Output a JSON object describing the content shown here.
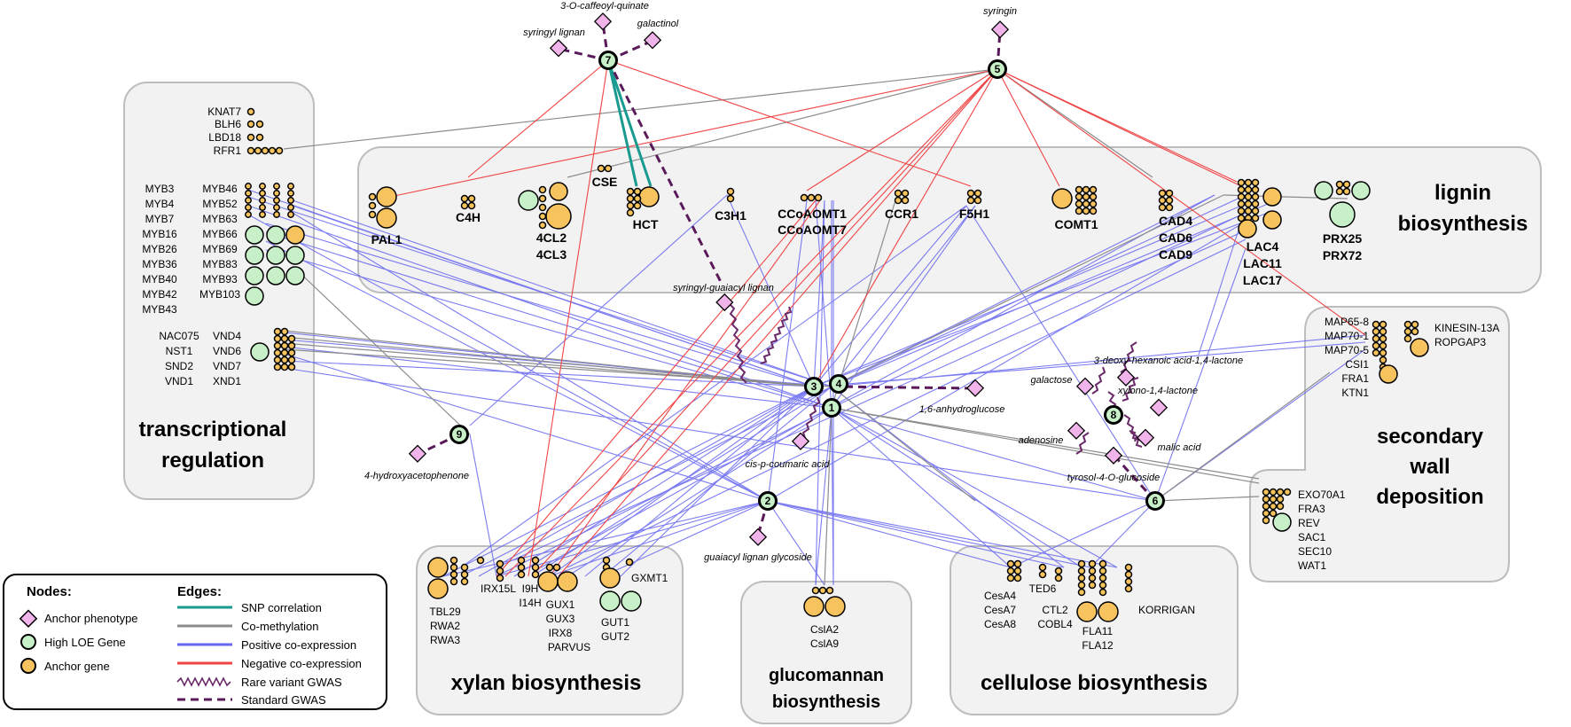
{
  "colors": {
    "anchor_gene": "#f7c35f",
    "high_loe_gene": "#c8f0c8",
    "anchor_phenotype": "#f0b4ea",
    "snp": "#189a8e",
    "methylation": "#8c8c8c",
    "positive": "#6666f0",
    "negative": "#f04444",
    "gwas": "#5a1a5a"
  },
  "sections": {
    "transcriptional": [
      "transcriptional",
      "regulation"
    ],
    "lignin": [
      "lignin",
      "biosynthesis"
    ],
    "secondary": [
      "secondary",
      "wall",
      "deposition"
    ],
    "xylan": "xylan biosynthesis",
    "glucomannan": [
      "glucomannan",
      "biosynthesis"
    ],
    "cellulose": "cellulose biosynthesis"
  },
  "hubs": [
    "1",
    "2",
    "3",
    "4",
    "5",
    "6",
    "7",
    "8",
    "9"
  ],
  "phenotypes": {
    "caffeoyl": "3-O-caffeoyl-quinate",
    "syringyl": "syringyl lignan",
    "galactinol": "galactinol",
    "syringin": "syringin",
    "sg_lignan": "syringyl-guaiacyl lignan",
    "deoxy": "3-deoxy-hexanoic acid-1,4-lactone",
    "galactose": "galactose",
    "xylono": "xylono-1,4-lactone",
    "anhydro": "1,6-anhydroglucose",
    "adenosine": "adenosine",
    "malic": "malic acid",
    "coumaric": "cis-p-coumaric acid",
    "tyrosol": "tyrosol-4-O-glucoside",
    "hydroxy": "4-hydroxyacetophenone",
    "guaiacyl_glycoside": "guaiacyl lignan glycoside"
  },
  "genes": {
    "tf_top": [
      "KNAT7",
      "BLH6",
      "LBD18",
      "RFR1"
    ],
    "myb_left": [
      "MYB3",
      "MYB4",
      "MYB7",
      "MYB16",
      "MYB26",
      "MYB36",
      "MYB40",
      "MYB42",
      "MYB43"
    ],
    "myb_right": [
      "MYB46",
      "MYB52",
      "MYB63",
      "MYB66",
      "MYB69",
      "MYB83",
      "MYB93",
      "MYB103"
    ],
    "nac_left": [
      "NAC075",
      "NST1",
      "SND2",
      "VND1"
    ],
    "nac_right": [
      "VND4",
      "VND6",
      "VND7",
      "XND1"
    ],
    "pal": "PAL1",
    "c4h": "C4H",
    "cl": [
      "4CL2",
      "4CL3"
    ],
    "cse": "CSE",
    "hct": "HCT",
    "c3h": "C3H1",
    "ccoaomt": [
      "CCoAOMT1",
      "CCoAOMT7"
    ],
    "ccr": "CCR1",
    "f5h": "F5H1",
    "comt": "COMT1",
    "cad": [
      "CAD4",
      "CAD6",
      "CAD9"
    ],
    "lac": [
      "LAC4",
      "LAC11",
      "LAC17"
    ],
    "prx": [
      "PRX25",
      "PRX72"
    ],
    "map": [
      "MAP65-8",
      "MAP70-1",
      "MAP70-5",
      "CSI1",
      "FRA1",
      "KTN1"
    ],
    "kinesin": [
      "KINESIN-13A",
      "ROPGAP3"
    ],
    "exo": [
      "EXO70A1",
      "FRA3",
      "REV",
      "SAC1",
      "SEC10",
      "WAT1"
    ],
    "tbl": [
      "TBL29",
      "RWA2",
      "RWA3"
    ],
    "irx15": "IRX15L",
    "i9h": [
      "I9H",
      "I14H"
    ],
    "gux": [
      "GUX1",
      "GUX3",
      "IRX8",
      "PARVUS"
    ],
    "gxmt": "GXMT1",
    "gut": [
      "GUT1",
      "GUT2"
    ],
    "csla": [
      "CslA2",
      "CslA9"
    ],
    "cesa": [
      "CesA4",
      "CesA7",
      "CesA8"
    ],
    "ted6": "TED6",
    "ctl": [
      "CTL2",
      "COBL4"
    ],
    "fla": [
      "FLA11",
      "FLA12"
    ],
    "korrigan": "KORRIGAN"
  },
  "legend": {
    "nodes_title": "Nodes:",
    "edges_title": "Edges:",
    "nodes": [
      "Anchor phenotype",
      "High LOE Gene",
      "Anchor gene"
    ],
    "edges": [
      "SNP correlation",
      "Co-methylation",
      "Positive co-expression",
      "Negative co-expression",
      "Rare variant GWAS",
      "Standard GWAS"
    ]
  }
}
